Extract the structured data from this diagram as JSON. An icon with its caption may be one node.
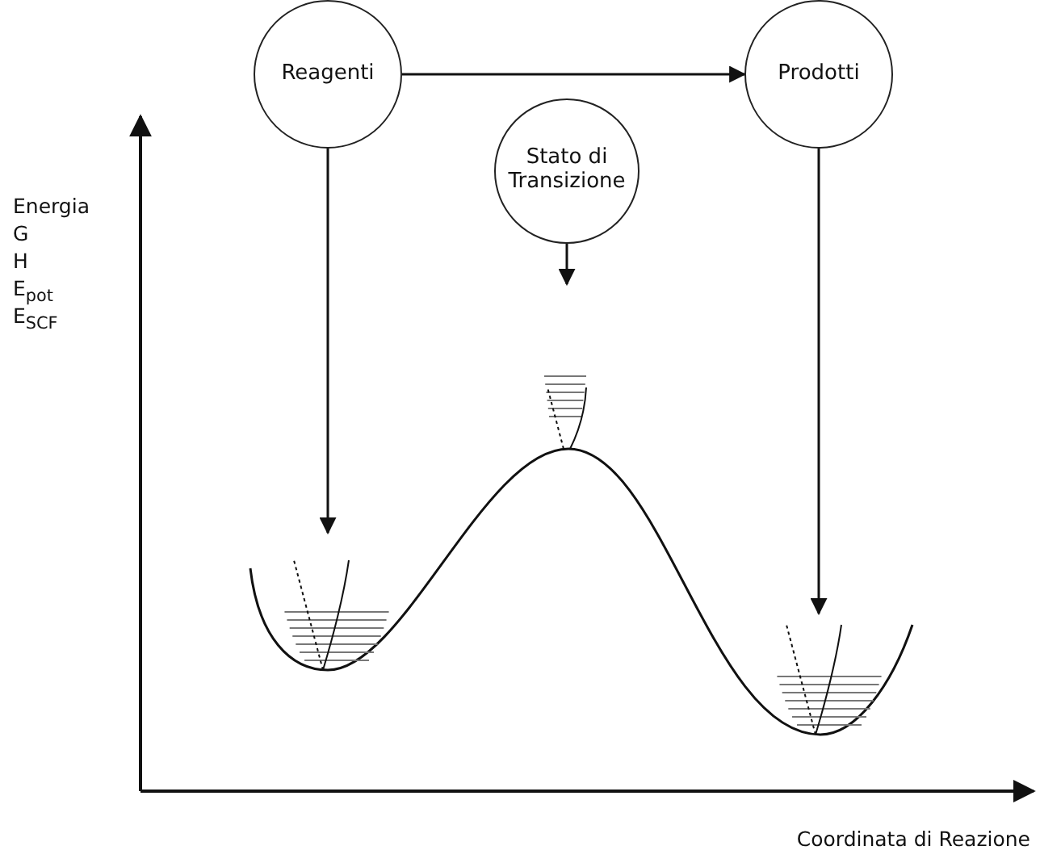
{
  "diagram": {
    "nodes": [
      {
        "text": [
          "Reagenti"
        ]
      },
      {
        "text": [
          "Prodotti"
        ]
      },
      {
        "text": [
          "Stato di Transizione"
        ]
      }
    ],
    "edges": [
      {
        "from": 0,
        "to": 1,
        "arrow": "to"
      },
      {
        "from": 0,
        "to": null,
        "arrow": "to"
      },
      {
        "from": 2,
        "to": null,
        "arrow": "to"
      },
      {
        "from": 1,
        "to": null,
        "arrow": "to"
      }
    ],
    "labels": [
      "Energia",
      "G",
      "H",
      "E$_{pot}$",
      "E$_{SCF}$",
      "Coordinata di Reazione"
    ]
  }
}
